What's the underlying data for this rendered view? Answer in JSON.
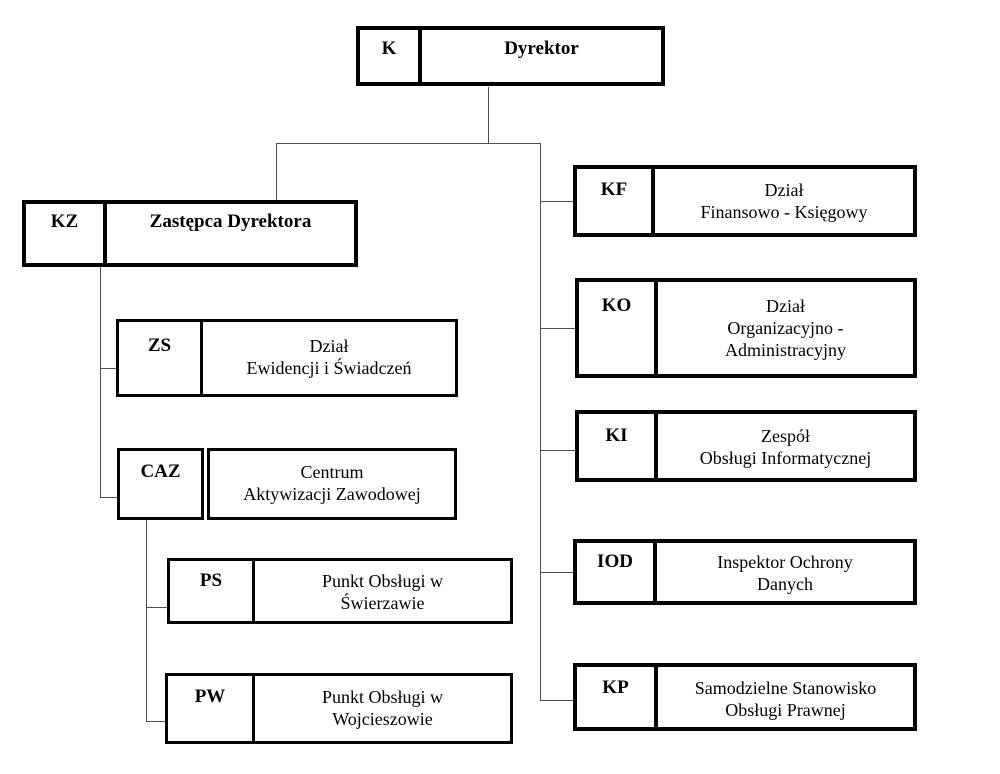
{
  "chart_type": "organizational-chart",
  "nodes": {
    "k": {
      "code": "K",
      "name": "Dyrektor"
    },
    "kz": {
      "code": "KZ",
      "name": "Zastępca Dyrektora"
    },
    "zs": {
      "code": "ZS",
      "name": "Dział\nEwidencji i Świadczeń"
    },
    "caz": {
      "code": "CAZ",
      "name": "Centrum\nAktywizacji Zawodowej"
    },
    "ps": {
      "code": "PS",
      "name": "Punkt Obsługi w\nŚwierzawie"
    },
    "pw": {
      "code": "PW",
      "name": "Punkt Obsługi w\nWojcieszowie"
    },
    "kf": {
      "code": "KF",
      "name": "Dział\nFinansowo - Księgowy"
    },
    "ko": {
      "code": "KO",
      "name": "Dział\nOrganizacyjno -\nAdministracyjny"
    },
    "ki": {
      "code": "KI",
      "name": "Zespół\nObsługi Informatycznej"
    },
    "iod": {
      "code": "IOD",
      "name": "Inspektor Ochrony\nDanych"
    },
    "kp": {
      "code": "KP",
      "name": "Samodzielne Stanowisko\nObsługi Prawnej"
    }
  },
  "hierarchy": {
    "root": "K",
    "children_of_k": [
      "KZ",
      "KF",
      "KO",
      "KI",
      "IOD",
      "KP"
    ],
    "children_of_kz": [
      "ZS",
      "CAZ"
    ],
    "children_of_caz": [
      "PS",
      "PW"
    ]
  },
  "colors": {
    "box_border": "#000000",
    "connector_line": "#4d4d4d",
    "background": "#ffffff",
    "text": "#000000"
  }
}
